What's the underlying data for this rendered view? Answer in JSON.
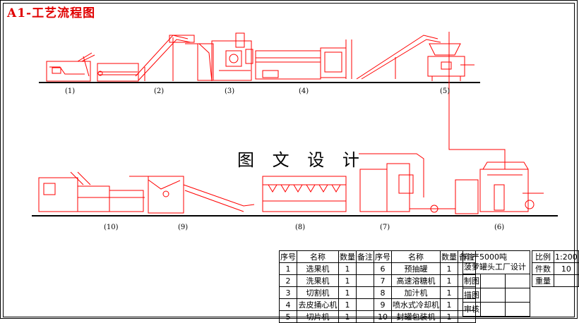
{
  "title": "A1-工艺流程图",
  "watermark": "图 文 设 计",
  "stage_numbers": [
    "(1)",
    "(2)",
    "(3)",
    "(4)",
    "(5)",
    "(6)",
    "(7)",
    "(8)",
    "(9)",
    "(10)"
  ],
  "parts_table": {
    "headers": [
      "序号",
      "名称",
      "数量",
      "备注",
      "序号",
      "名称",
      "数量",
      "备注"
    ],
    "rows": [
      [
        "1",
        "选果机",
        "1",
        "",
        "6",
        "预抽罐",
        "1",
        ""
      ],
      [
        "2",
        "洗果机",
        "1",
        "",
        "7",
        "高速溶糖机",
        "1",
        ""
      ],
      [
        "3",
        "切割机",
        "1",
        "",
        "8",
        "加汁机",
        "1",
        ""
      ],
      [
        "4",
        "去皮捅心机",
        "1",
        "",
        "9",
        "喷水式冷却机",
        "1",
        ""
      ],
      [
        "5",
        "切片机",
        "1",
        "",
        "10",
        "封罐包装机",
        "1",
        ""
      ]
    ]
  },
  "title_block": {
    "project_line1": "年产5000吨",
    "project_line2": "菠萝罐头工厂设计",
    "draw_label": "制图",
    "trace_label": "描图",
    "review_label": "审核"
  },
  "ratio_block": {
    "scale_label": "比例",
    "scale_value": "1:200",
    "count_label": "件数",
    "count_value": "10",
    "weight_label": "重量",
    "weight_value": ""
  },
  "colors": {
    "drawing": "#ff0000",
    "title": "#e00000",
    "line": "#000000"
  }
}
